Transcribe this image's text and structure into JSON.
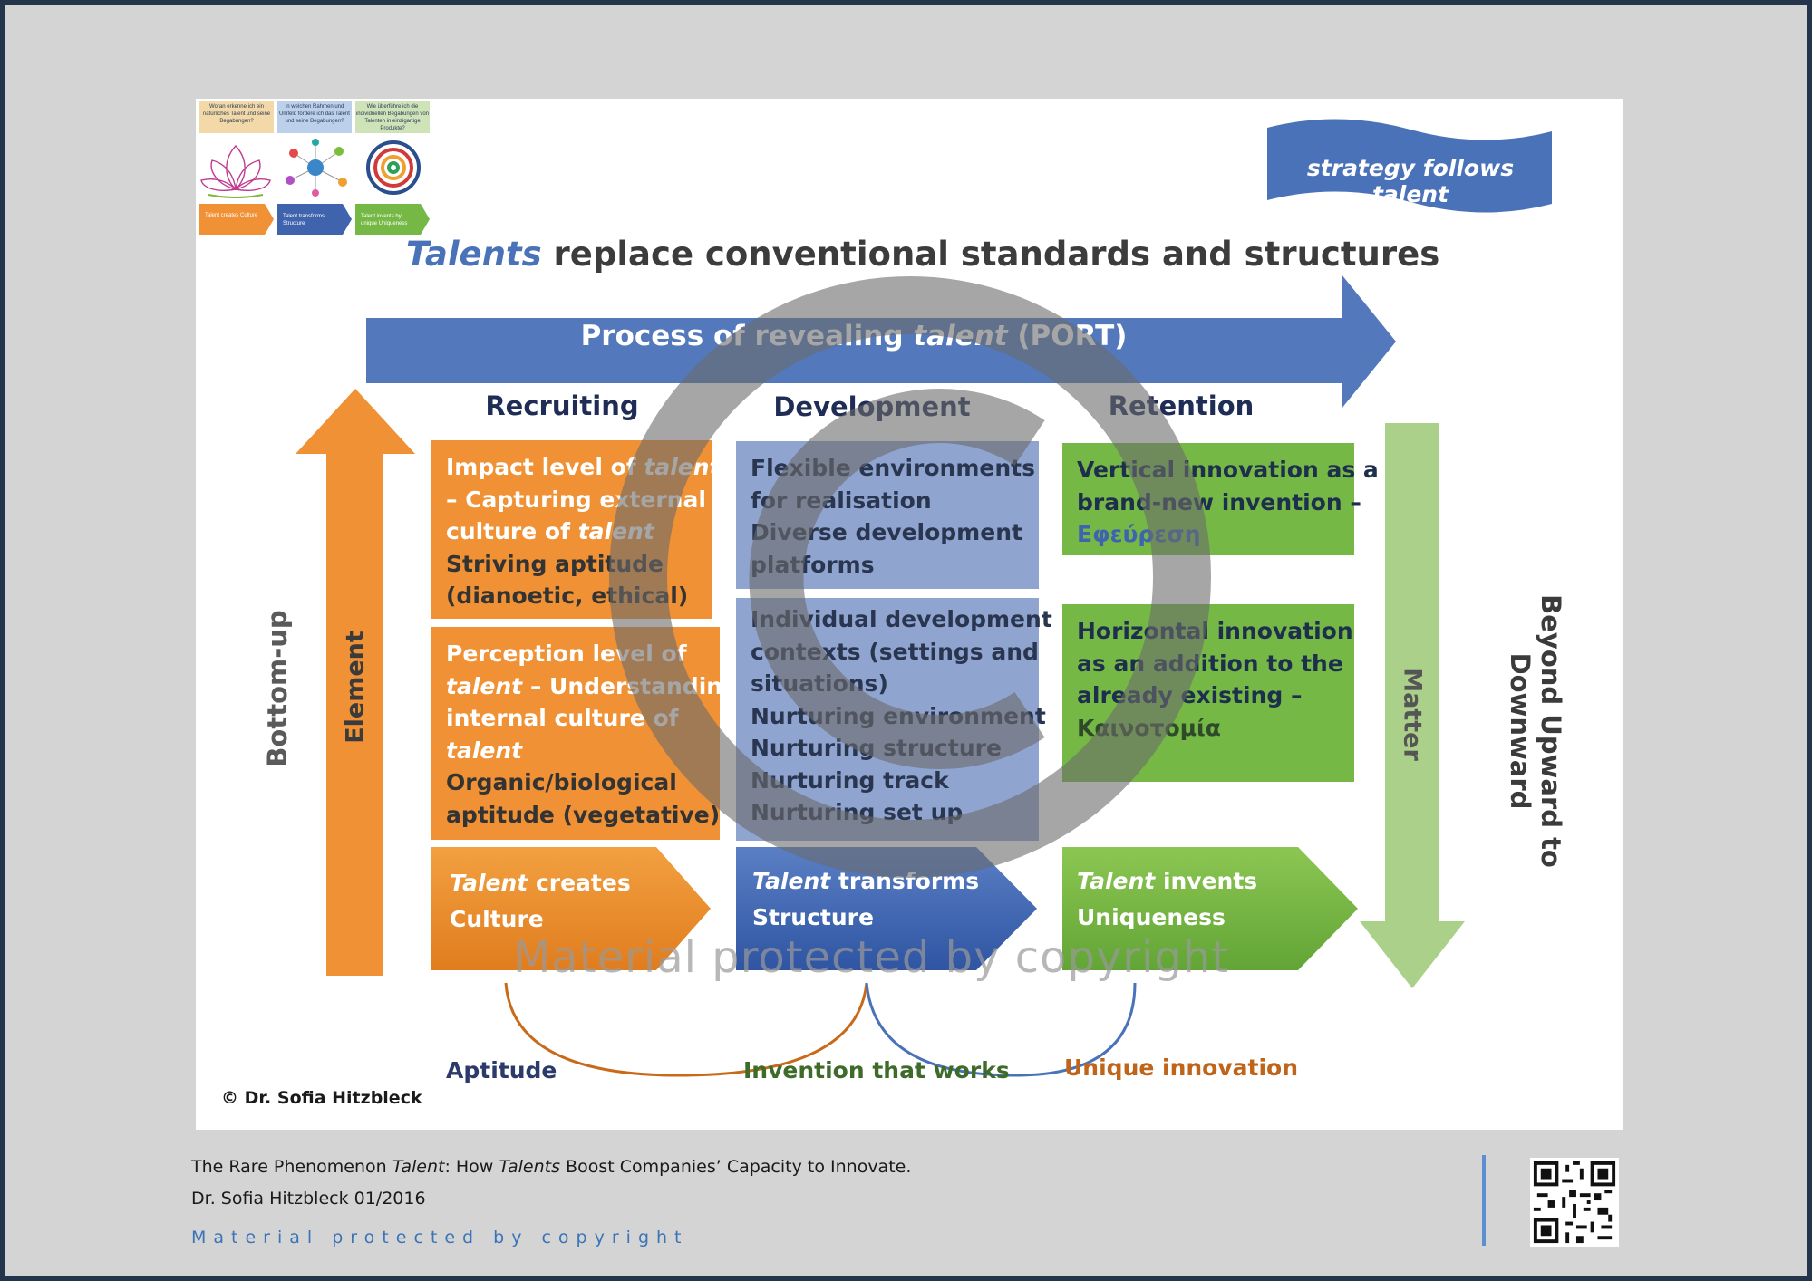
{
  "thumbnails": [
    {
      "note": "Woran erkenne ich ein natürliches Talent und seine Begabungen?",
      "arrow_label": "Talent creates Culture"
    },
    {
      "note": "In welchen Rahmen und Umfeld fördere ich das Talent und seine Begabungen?",
      "arrow_label": "Talent transforms Structure"
    },
    {
      "note": "Wie überführe ich die individuellen Begabungen von Talenten in einzigartige Produkte?",
      "arrow_label": "Talent invents by unique Uniqueness"
    }
  ],
  "banner": {
    "text": "strategy follows talent"
  },
  "title": {
    "highlight": "Talents",
    "rest": " replace conventional standards and structures"
  },
  "process_arrow": {
    "prefix": "Process of revealing ",
    "italic": "talent",
    "suffix": " (PORT)"
  },
  "left_arrows": {
    "outer": "Bottom-up",
    "inner": "Element"
  },
  "right_arrows": {
    "outer": "Beyond Upward to Downward",
    "inner": "Matter"
  },
  "columns": [
    {
      "heading": "Recruiting"
    },
    {
      "heading": "Development"
    },
    {
      "heading": "Retention"
    }
  ],
  "boxes": {
    "recruiting_top": {
      "l1a": "Impact level of ",
      "l1b": "talent",
      "l2": "– Capturing external",
      "l3a": "culture of ",
      "l3b": "talent",
      "l4": "Striving aptitude",
      "l5": "(dianoetic, ethical)"
    },
    "recruiting_bottom": {
      "l1": "Perception level of",
      "l2a": "talent",
      "l2b": " – Understanding",
      "l3": "internal culture of",
      "l4": "talent",
      "l5": "Organic/biological",
      "l6": "aptitude (vegetative)"
    },
    "development_top": {
      "l1": "Flexible environments",
      "l2": "for realisation",
      "l3": "Diverse development",
      "l4": "platforms"
    },
    "development_bottom": {
      "l1": "Individual development",
      "l2": "contexts (settings and",
      "l3": "situations)",
      "l4": "Nurturing environment",
      "l5": "Nurturing structure",
      "l6": "Nurturing track",
      "l7": "Nurturing set up"
    },
    "retention_top": {
      "l1": "Vertical innovation as a",
      "l2": "brand-new invention –",
      "l3": "Εφεύρεση"
    },
    "retention_bottom": {
      "l1": "Horizontal innovation",
      "l2": "as an addition to the",
      "l3": "already existing –",
      "l4": "Καινοτομία"
    }
  },
  "pentagons": [
    {
      "italic": "Talent",
      "rest": " creates",
      "line2": "Culture"
    },
    {
      "italic": "Talent",
      "rest": " transforms",
      "line2": "Structure"
    },
    {
      "italic": "Talent",
      "rest": " invents",
      "line2": "Uniqueness"
    }
  ],
  "watermark": "Material protected by copyright",
  "bottom_labels": {
    "aptitude": "Aptitude",
    "invention": "Invention that works",
    "unique": "Unique innovation"
  },
  "credit": "© Dr. Sofia Hitzbleck",
  "footer": {
    "line1_a": "The Rare Phenomenon ",
    "line1_b": "Talent",
    "line1_c": ": How ",
    "line1_d": "Talents",
    "line1_e": " Boost Companies’ Capacity to Innovate.",
    "line2": "Dr. Sofia Hitzbleck 01/2016",
    "line3": "Material protected by copyright"
  },
  "colors": {
    "orange": "#ef9134",
    "blue": "#8fa4cf",
    "green": "#76b845",
    "process_blue": "#4a72b8",
    "title_blue": "#4a72b8"
  }
}
